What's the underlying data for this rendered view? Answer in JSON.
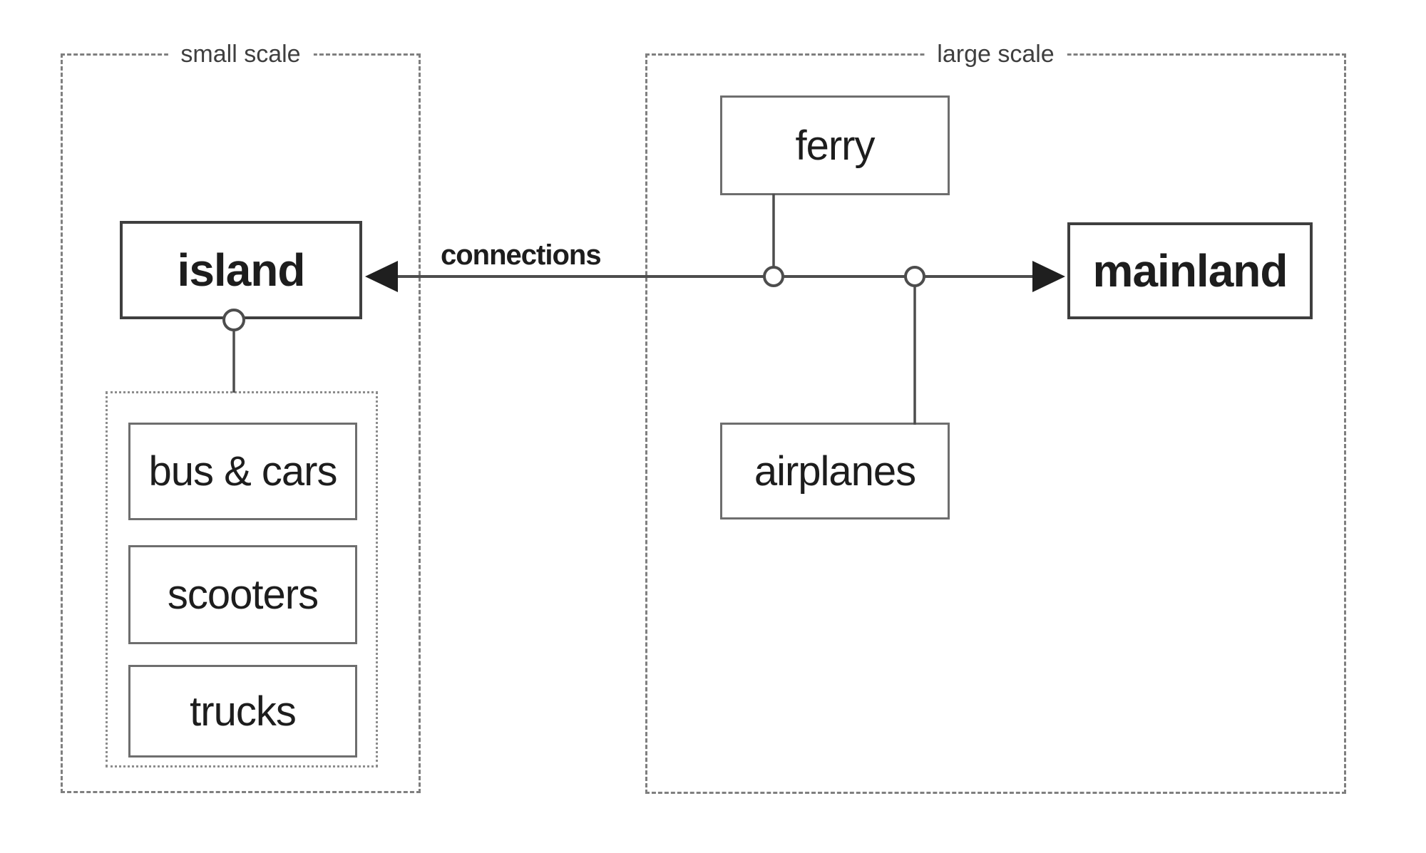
{
  "diagram": {
    "groups": {
      "small_scale": {
        "label": "small scale"
      },
      "large_scale": {
        "label": "large scale"
      }
    },
    "nodes": {
      "island": {
        "label": "island",
        "bold": true
      },
      "mainland": {
        "label": "mainland",
        "bold": true
      },
      "ferry": {
        "label": "ferry",
        "bold": false
      },
      "airplanes": {
        "label": "airplanes",
        "bold": false
      },
      "bus_cars": {
        "label": "bus & cars",
        "bold": false
      },
      "scooters": {
        "label": "scooters",
        "bold": false
      },
      "trucks": {
        "label": "trucks",
        "bold": false
      }
    },
    "edge_label": "connections",
    "edges": [
      {
        "id": "connections-line",
        "label": "connections",
        "endpoints": [
          "island",
          "mainland"
        ],
        "type": "double-headed-arrow",
        "junctions": [
          "ferry",
          "airplanes"
        ]
      },
      {
        "id": "island-vehicles",
        "from": "island",
        "to": "vehicles-subgroup",
        "type": "circle-port-line",
        "members": [
          "bus & cars",
          "scooters",
          "trucks"
        ]
      }
    ],
    "colors": {
      "background": "#ffffff",
      "line": "#4d4d4d",
      "arrowhead": "#1f1f1f",
      "node_border": "#6e6e6e",
      "strong_node_border": "#3f3f3f",
      "dashed_group_border": "#7f7f7f",
      "dotted_subgroup_border": "#8c8c8c",
      "text": "#1d1d1d",
      "group_label_text": "#3f3f3f"
    }
  }
}
